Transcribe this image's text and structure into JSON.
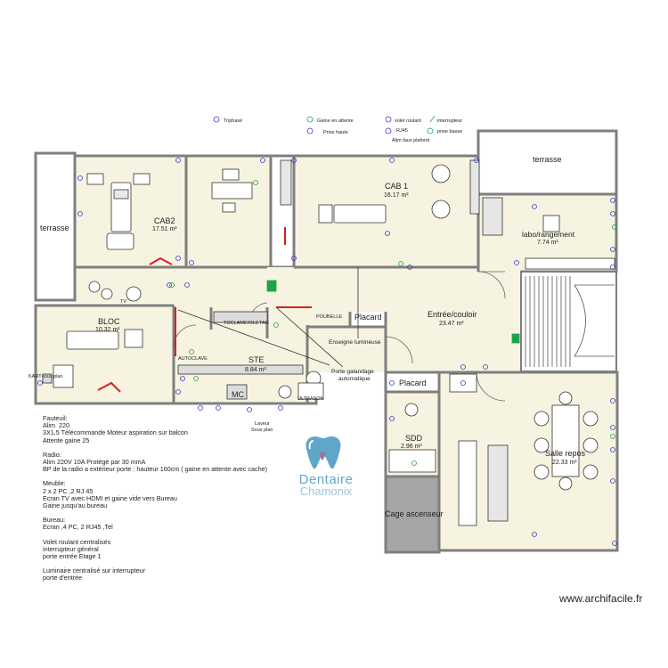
{
  "legend": {
    "triphase": "Triphasé",
    "gaine": "Gaine en attente",
    "prise_haute": "Prise haute",
    "volet": "volet roulant",
    "rj45": "RJ45",
    "alim_faux": "Alim faux plafond",
    "interrupteur": "interrupteur",
    "prise_basse": "prise basse"
  },
  "rooms": {
    "cab2": {
      "name": "CAB2",
      "area": "17.51 m²"
    },
    "cab1": {
      "name": "CAB 1",
      "area": "16.17 m²"
    },
    "terrasse_right": {
      "name": "terrasse"
    },
    "terrasse_left": {
      "name": "terrasse"
    },
    "labo": {
      "name": "labo/rangement",
      "area": "7.74 m²"
    },
    "bloc": {
      "name": "BLOC",
      "area": "10.32 m²"
    },
    "ste": {
      "name": "STE",
      "area": "8.84 m²"
    },
    "entree": {
      "name": "Entrée/couloir",
      "area": "23.47 m²"
    },
    "placard1": {
      "name": "Placard"
    },
    "placard2": {
      "name": "Placard"
    },
    "sdd": {
      "name": "SDD",
      "area": "2.96 m²"
    },
    "salle_repos": {
      "name": "Salle repos",
      "area": "22.33 m²"
    },
    "cage": {
      "name": "Cage ascenseur"
    }
  },
  "labels": {
    "poubelle": "POUBELLE",
    "enseigne": "Enseigne lumineuse",
    "porte": "Porte galandage\nautomatique",
    "autoclave": "AUTOCLAVE",
    "toclame": "TOCLAME",
    "iole": "IOLE",
    "tag": "TAG",
    "ultrason": "ULTRASON",
    "mc": "MC",
    "kart": "KART",
    "sous_plan": "sous plan",
    "laveur": "Laveur\nSous plan",
    "tv": "TV"
  },
  "notes": [
    "Fauteuil:",
    "Alim  220",
    "3X1,5 Télécommande Moteur aspiration sur balcon",
    "Attente gaine 25",
    "",
    "Radio:",
    "Alim 220V 10A Protégé par 30 mmA",
    "BP de la radio a extérieur porte : hauteur 160cm ( gaine en attente avec cache)",
    "",
    "Meuble:",
    "2 x 2 PC ,2 RJ 45",
    "Ecran TV avec HDMI et gaine vide vers Bureau",
    "Gaine jusqu'au bureau",
    "",
    "Bureau:",
    "Ecran ,4 PC, 2 RJ45 ,Tel",
    "",
    "Volet roulant centralisés",
    "interrupteur général",
    "porte entrée Etage 1",
    "",
    "Luminaire centralisé sur interrupteur",
    "porte d'entrée"
  ],
  "logo": {
    "name": "Dentaire",
    "sub": "Chamonix"
  },
  "watermark": "www.archifacile.fr",
  "colors": {
    "floor": "#f6f3e0",
    "wall": "#7f7f7f",
    "cage": "#a5a5a5",
    "terrace": "#ffffff",
    "accent_red": "#d62020",
    "accent_green": "#1fa34a",
    "logo": "#5fa7c8"
  }
}
